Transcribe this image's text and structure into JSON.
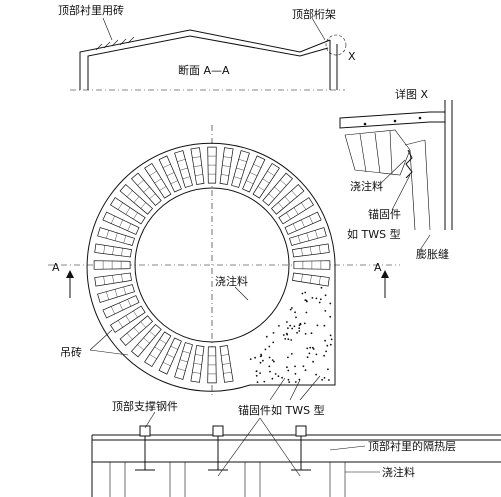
{
  "labels": {
    "top_lining_brick": "顶部衬里用砖",
    "top_truss": "顶部桁架",
    "section_aa": "断面 A—A",
    "detail_x": "详图 X",
    "x_mark": "X",
    "castable_detail": "浇注料",
    "anchor_detail_1": "锚固件",
    "anchor_detail_2": "如 TWS 型",
    "expansion_joint": "膨胀缝",
    "castable_center": "浇注料",
    "hanging_brick": "吊砖",
    "section_a_left": "A",
    "section_a_right": "A",
    "top_support_steel": "顶部支撑钢件",
    "anchor_tws_bottom": "锚固件如 TWS 型",
    "top_lining_insulation": "顶部衬里的隔热层",
    "castable_bottom": "浇注料"
  },
  "colors": {
    "line": "#111111",
    "background": "#ffffff"
  }
}
